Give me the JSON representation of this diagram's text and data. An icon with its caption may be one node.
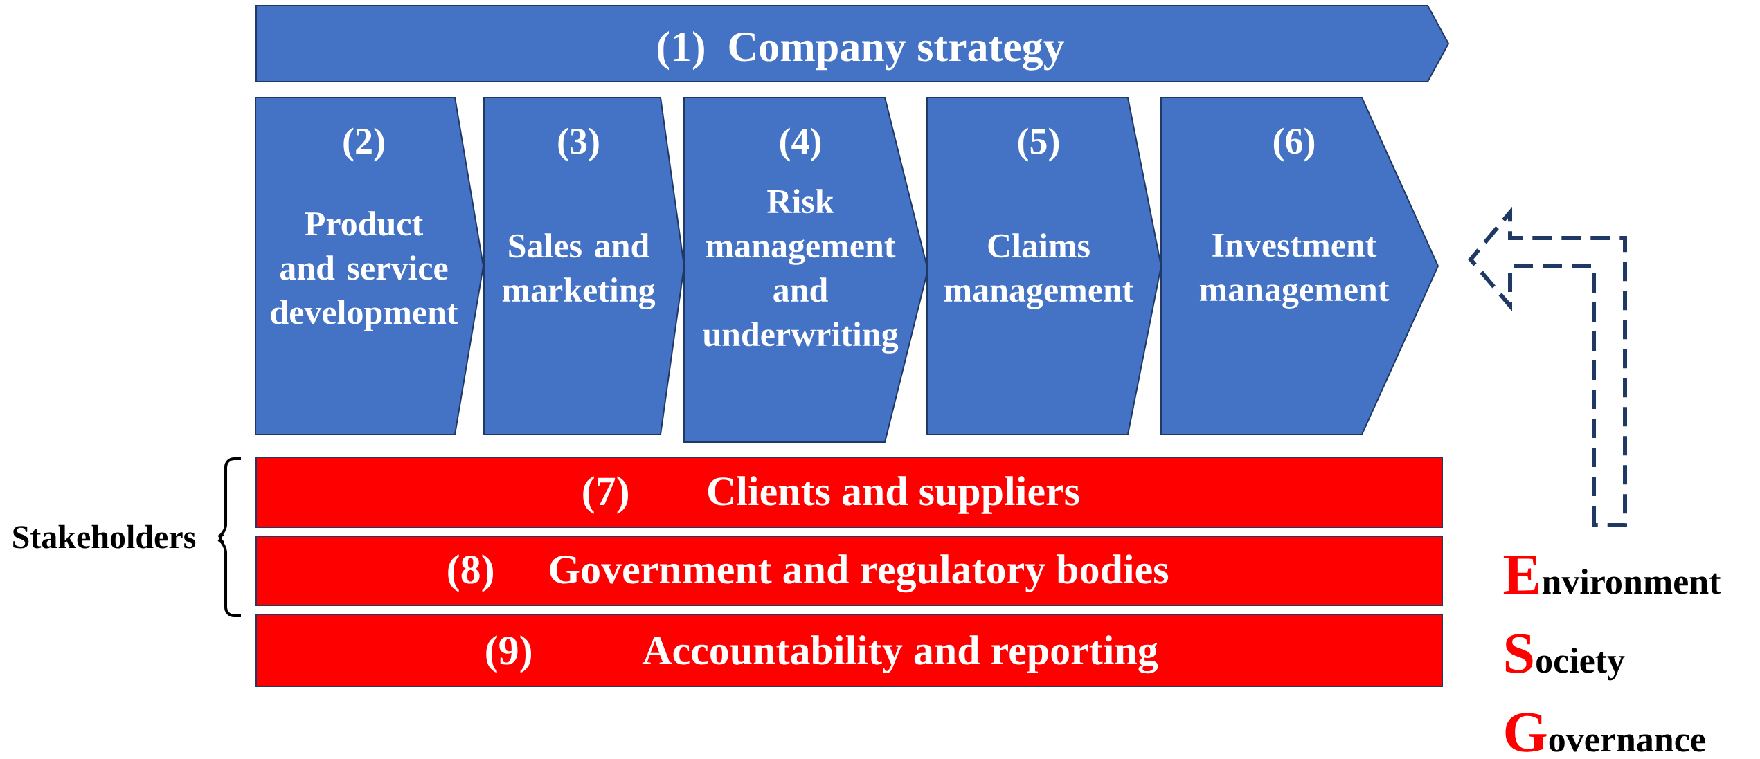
{
  "diagram": {
    "nodes": [
      {
        "text": [
          "(1)",
          "Company strategy"
        ]
      },
      {
        "text": [
          "(2)",
          "Product and service development"
        ]
      },
      {
        "text": [
          "(3)",
          "Sales and marketing"
        ]
      },
      {
        "text": [
          "(4)",
          "Risk management and underwriting"
        ]
      },
      {
        "text": [
          "(5)",
          "Claims management"
        ]
      },
      {
        "text": [
          "(6)",
          "Investment management"
        ]
      },
      {
        "text": [
          "(7)",
          "Clients and suppliers"
        ]
      },
      {
        "text": [
          "(8)",
          "Government and regulatory bodies"
        ]
      },
      {
        "text": [
          "(9)",
          "Accountability and reporting"
        ]
      },
      {
        "text": [
          "Environment",
          "Society",
          "Governance"
        ]
      }
    ],
    "edges": [
      {
        "from": 9,
        "to": 5,
        "arrow": "to",
        "style": "dashed"
      }
    ],
    "labels": [
      "Stakeholders"
    ]
  }
}
